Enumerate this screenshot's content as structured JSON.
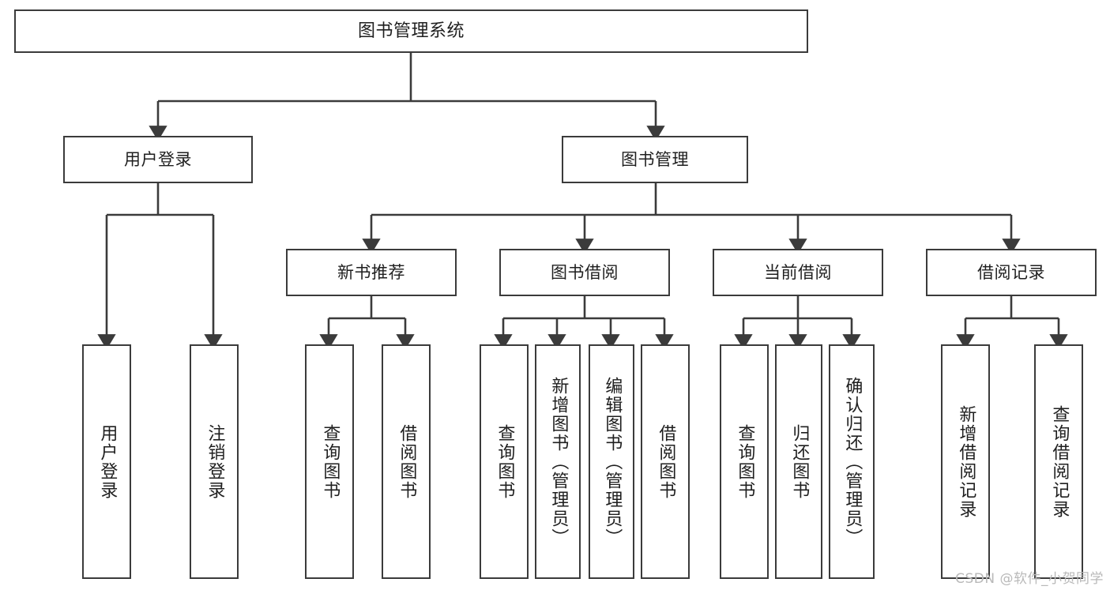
{
  "diagram": {
    "type": "tree",
    "title": "图书管理系统",
    "root": {
      "label": "图书管理系统"
    },
    "level2": [
      {
        "label": "用户登录"
      },
      {
        "label": "图书管理"
      }
    ],
    "level3": [
      {
        "label": "新书推荐"
      },
      {
        "label": "图书借阅"
      },
      {
        "label": "当前借阅"
      },
      {
        "label": "借阅记录"
      }
    ],
    "leaves": {
      "user_login": [
        {
          "label": "用户登录"
        },
        {
          "label": "注销登录"
        }
      ],
      "new_book_recommend": [
        {
          "label": "查询图书"
        },
        {
          "label": "借阅图书"
        }
      ],
      "book_borrow": [
        {
          "label": "查询图书"
        },
        {
          "label": "新增图书（管理员）"
        },
        {
          "label": "编辑图书（管理员）"
        },
        {
          "label": "借阅图书"
        }
      ],
      "current_borrow": [
        {
          "label": "查询图书"
        },
        {
          "label": "归还图书"
        },
        {
          "label": "确认归还（管理员）"
        }
      ],
      "borrow_record": [
        {
          "label": "新增借阅记录"
        },
        {
          "label": "查询借阅记录"
        }
      ]
    }
  },
  "watermark": {
    "text": "CSDN @软件_小贺同学"
  },
  "colors": {
    "border": "#3b3b3b",
    "background": "#ffffff",
    "text": "#1f1f1f",
    "watermark": "#b9b9b9"
  }
}
